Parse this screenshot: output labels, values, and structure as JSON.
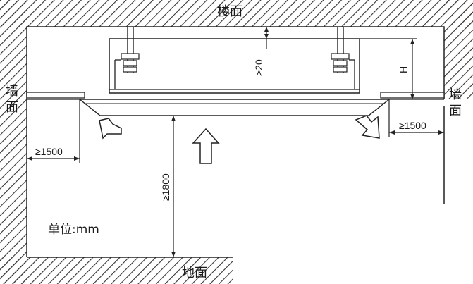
{
  "labels": {
    "floor_top": "楼面",
    "wall_left": [
      "墙",
      "面"
    ],
    "wall_right": [
      "墙",
      "面"
    ],
    "ground": "地面",
    "unit": "单位:mm"
  },
  "dimensions": {
    "ceiling_gap": ">20",
    "unit_height": "H",
    "left_clearance": "≥1500",
    "right_clearance": "≥1500",
    "floor_height": "≥1800"
  }
}
